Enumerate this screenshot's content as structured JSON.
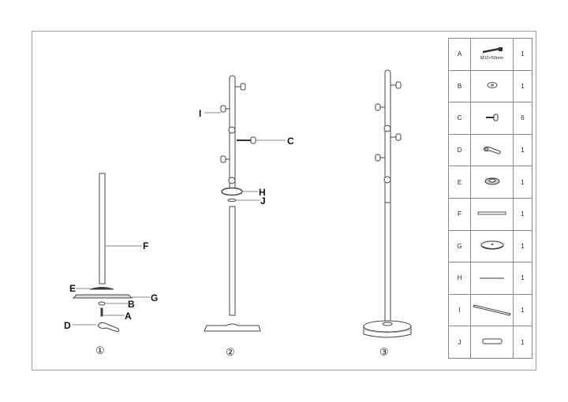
{
  "diagram": {
    "type": "assembly-instructions",
    "subject": "Coat stand assembly",
    "steps": [
      {
        "number": "1",
        "symbol": "①",
        "callouts": [
          "F",
          "E",
          "G",
          "B",
          "A",
          "D"
        ]
      },
      {
        "number": "2",
        "symbol": "②",
        "callouts": [
          "I",
          "C",
          "H",
          "J"
        ]
      },
      {
        "number": "3",
        "symbol": "③",
        "callouts": []
      }
    ],
    "callout_labels": {
      "A": "A",
      "B": "B",
      "C": "C",
      "D": "D",
      "E": "E",
      "F": "F",
      "G": "G",
      "H": "H",
      "I": "I",
      "J": "J"
    }
  },
  "parts_table": {
    "rows": [
      {
        "letter": "A",
        "icon": "bolt-icon",
        "note": "M10×50mm",
        "qty": "1"
      },
      {
        "letter": "B",
        "icon": "washer-icon",
        "note": "",
        "qty": "1"
      },
      {
        "letter": "C",
        "icon": "hook-screw-icon",
        "note": "",
        "qty": "6"
      },
      {
        "letter": "D",
        "icon": "wrench-icon",
        "note": "",
        "qty": "1"
      },
      {
        "letter": "E",
        "icon": "base-plate-icon",
        "note": "",
        "qty": "1"
      },
      {
        "letter": "F",
        "icon": "short-pole-icon",
        "note": "",
        "qty": "1"
      },
      {
        "letter": "G",
        "icon": "base-disc-icon",
        "note": "",
        "qty": "1"
      },
      {
        "letter": "H",
        "icon": "rod-icon",
        "note": "",
        "qty": "1"
      },
      {
        "letter": "I",
        "icon": "long-pole-icon",
        "note": "",
        "qty": "1"
      },
      {
        "letter": "J",
        "icon": "ring-icon",
        "note": "",
        "qty": "1"
      }
    ]
  }
}
